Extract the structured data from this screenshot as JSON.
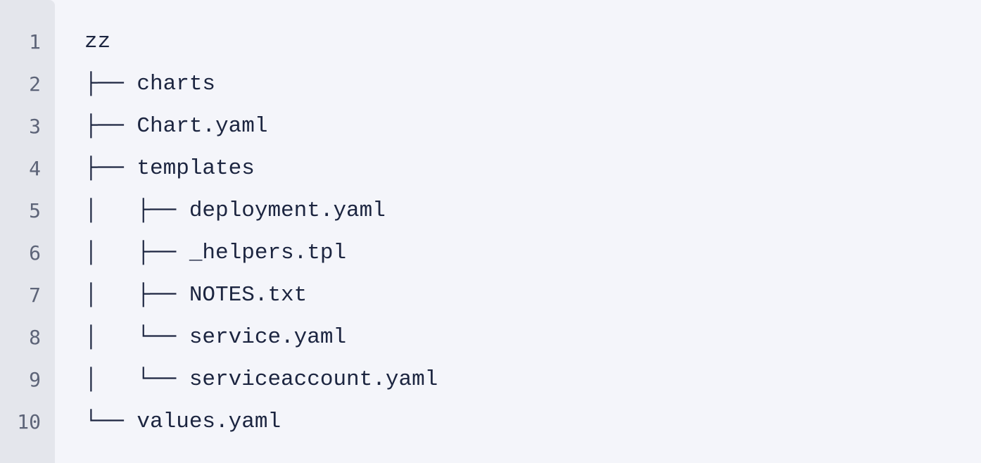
{
  "code_block": {
    "lines": [
      {
        "number": "1",
        "text": "zz"
      },
      {
        "number": "2",
        "text": "├── charts"
      },
      {
        "number": "3",
        "text": "├── Chart.yaml"
      },
      {
        "number": "4",
        "text": "├── templates"
      },
      {
        "number": "5",
        "text": "│   ├── deployment.yaml"
      },
      {
        "number": "6",
        "text": "│   ├── _helpers.tpl"
      },
      {
        "number": "7",
        "text": "│   ├── NOTES.txt"
      },
      {
        "number": "8",
        "text": "│   └── service.yaml"
      },
      {
        "number": "9",
        "text": "│   └── serviceaccount.yaml"
      },
      {
        "number": "10",
        "text": "└── values.yaml"
      }
    ]
  }
}
